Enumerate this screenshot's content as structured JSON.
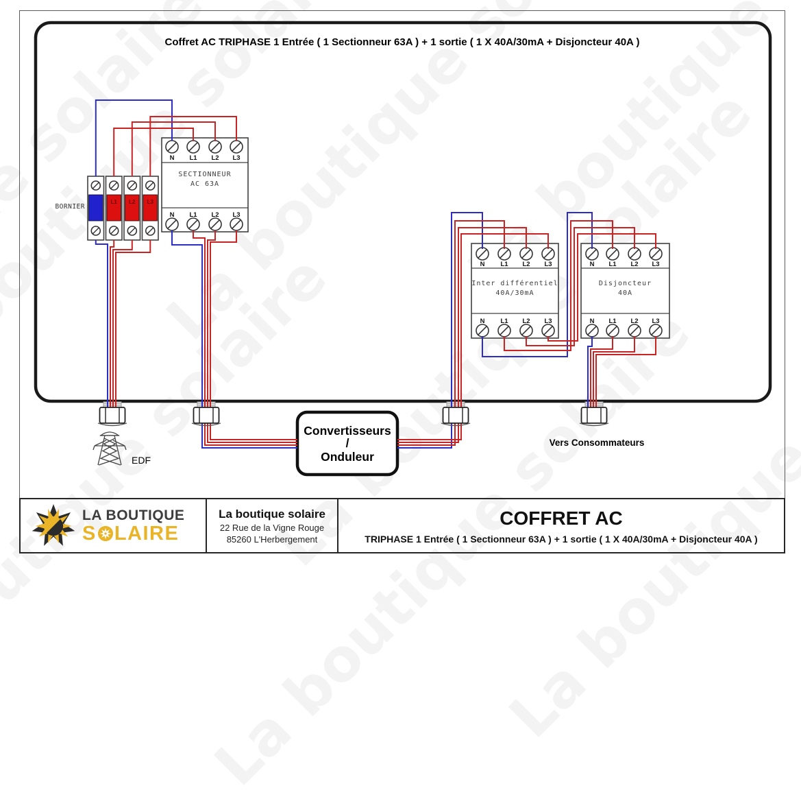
{
  "watermark": "La boutique solaire",
  "diagram": {
    "title": "Coffret AC TRIPHASE 1 Entrée ( 1 Sectionneur 63A ) + 1 sortie ( 1 X 40A/30mA  + Disjoncteur 40A )",
    "terminal_labels": [
      "N",
      "L1",
      "L2",
      "L3"
    ],
    "bornier": {
      "label": "BORNIER",
      "phase_labels": [
        "L1",
        "L2",
        "L3"
      ]
    },
    "sectionneur": {
      "line1": "SECTIONNEUR",
      "line2": "AC 63A"
    },
    "inter_differentiel": {
      "line1": "Inter différentiel",
      "line2": "40A/30mA"
    },
    "disjoncteur": {
      "line1": "Disjoncteur",
      "line2": "40A"
    },
    "edf_label": "EDF",
    "converter": {
      "line1": "Convertisseurs",
      "line2": "/",
      "line3": "Onduleur"
    },
    "consumers_label": "Vers Consommateurs",
    "colors": {
      "wire_red": "#c92323",
      "wire_blue": "#2c2cc9",
      "bornier_red": "#dd1010",
      "bornier_blue": "#2222cc",
      "logo_yellow": "#eab429"
    }
  },
  "footer": {
    "logo": {
      "line1": "LA BOUTIQUE",
      "line2_pre": "S",
      "line2_post": "LAIRE"
    },
    "company": {
      "name": "La boutique solaire",
      "address1": "22 Rue de la Vigne Rouge",
      "address2": "85260 L'Herbergement"
    },
    "doc_title": "COFFRET AC",
    "doc_subtitle": "TRIPHASE 1 Entrée ( 1 Sectionneur 63A ) + 1 sortie ( 1 X 40A/30mA  + Disjoncteur 40A )"
  }
}
